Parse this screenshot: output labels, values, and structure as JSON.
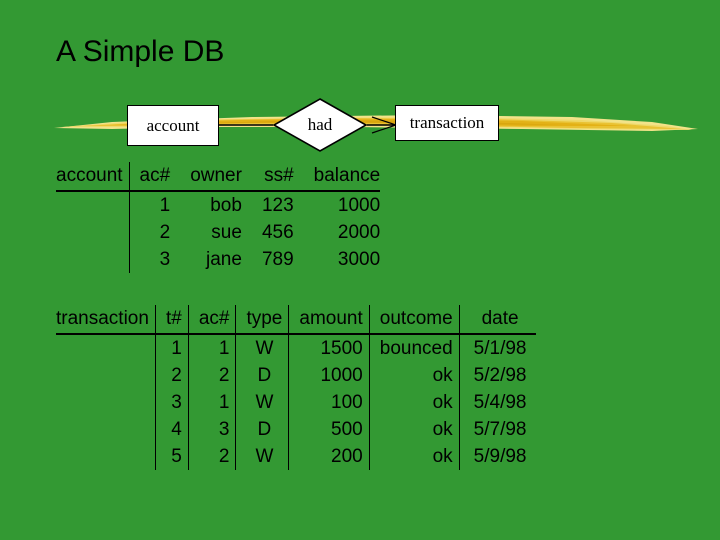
{
  "slide": {
    "title": "A Simple DB",
    "background_color": "#339933",
    "text_color": "#000000",
    "accent_color": "#E8B820"
  },
  "er_diagram": {
    "entity_left": "account",
    "relationship": "had",
    "entity_right": "transaction",
    "cardinality_right": "crows-foot-many"
  },
  "account_table": {
    "name": "account",
    "columns": [
      "ac#",
      "owner",
      "ss#",
      "balance"
    ],
    "rows": [
      {
        "ac": "1",
        "owner": "bob",
        "ss": "123",
        "balance": "1000"
      },
      {
        "ac": "2",
        "owner": "sue",
        "ss": "456",
        "balance": "2000"
      },
      {
        "ac": "3",
        "owner": "jane",
        "ss": "789",
        "balance": "3000"
      }
    ]
  },
  "transaction_table": {
    "name": "transaction",
    "columns": [
      "t#",
      "ac#",
      "type",
      "amount",
      "outcome",
      "date"
    ],
    "rows": [
      {
        "t": "1",
        "ac": "1",
        "type": "W",
        "amount": "1500",
        "outcome": "bounced",
        "date": "5/1/98"
      },
      {
        "t": "2",
        "ac": "2",
        "type": "D",
        "amount": "1000",
        "outcome": "ok",
        "date": "5/2/98"
      },
      {
        "t": "3",
        "ac": "1",
        "type": "W",
        "amount": "100",
        "outcome": "ok",
        "date": "5/4/98"
      },
      {
        "t": "4",
        "ac": "3",
        "type": "D",
        "amount": "500",
        "outcome": "ok",
        "date": "5/7/98"
      },
      {
        "t": "5",
        "ac": "2",
        "type": "W",
        "amount": "200",
        "outcome": "ok",
        "date": "5/9/98"
      }
    ]
  }
}
